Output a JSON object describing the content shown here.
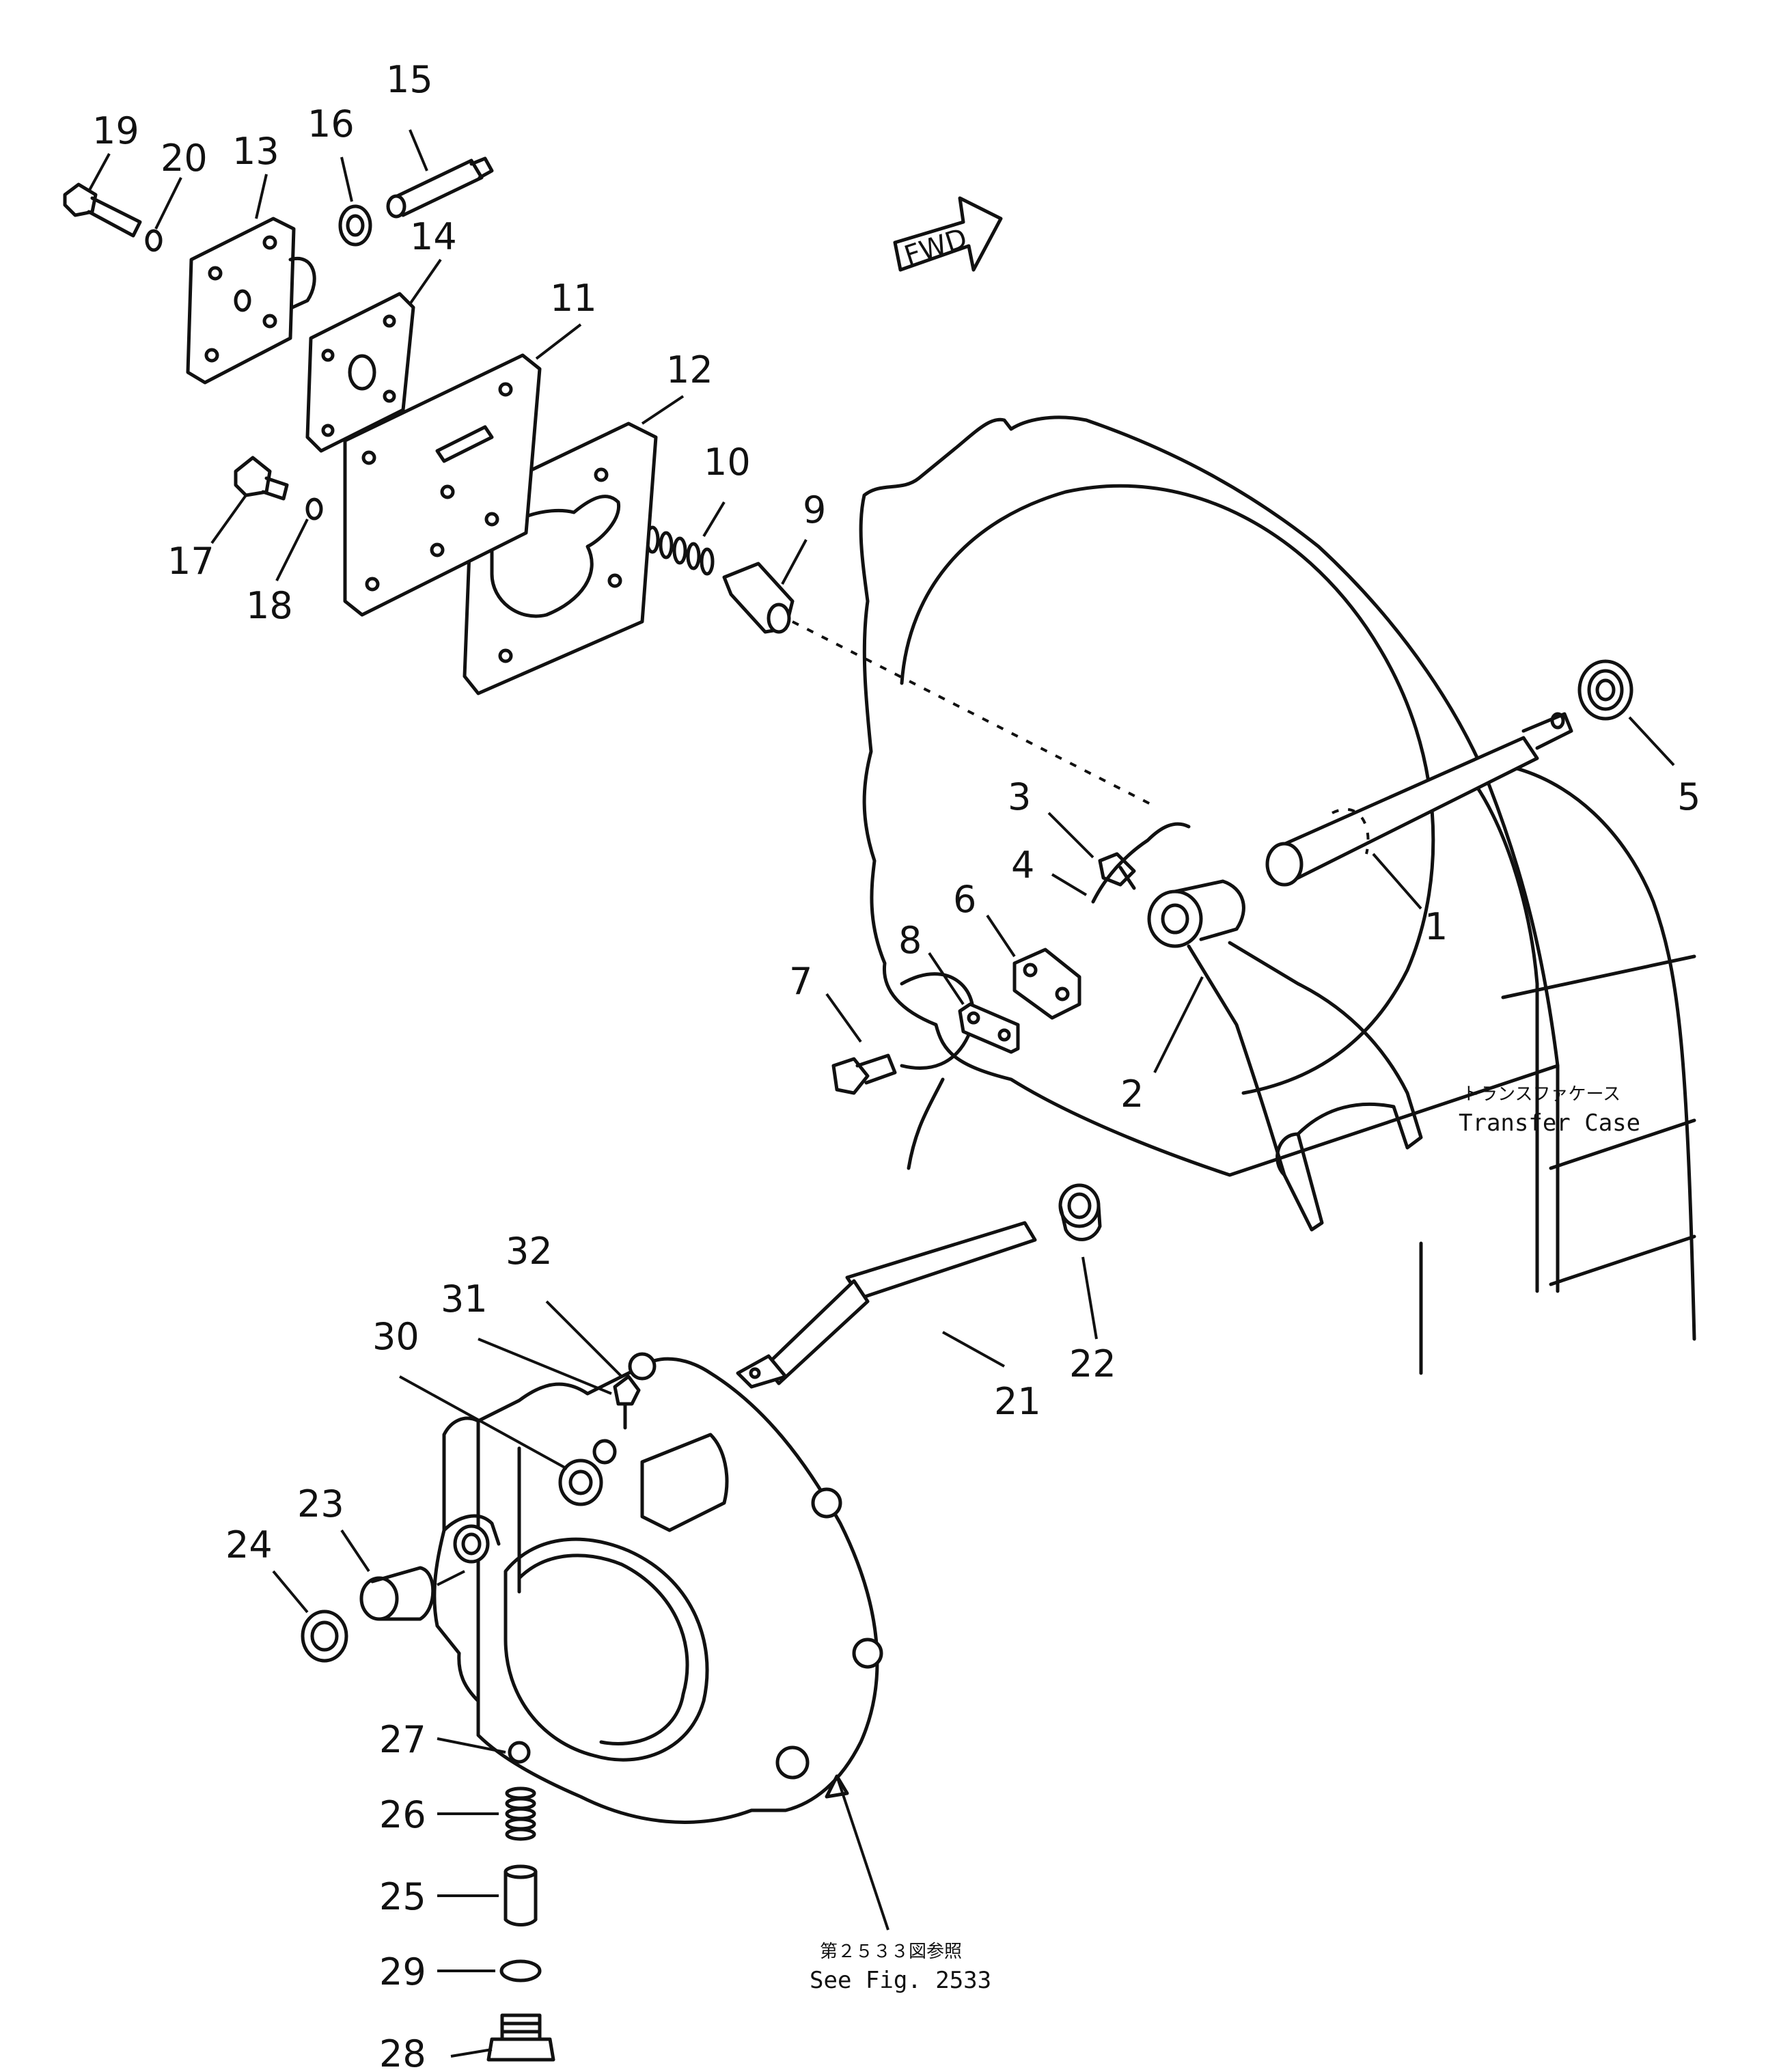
{
  "fwd_label": "FWD",
  "callouts": [
    {
      "id": "1",
      "label": "1"
    },
    {
      "id": "2",
      "label": "2"
    },
    {
      "id": "3",
      "label": "3"
    },
    {
      "id": "4",
      "label": "4"
    },
    {
      "id": "5",
      "label": "5"
    },
    {
      "id": "6",
      "label": "6"
    },
    {
      "id": "7",
      "label": "7"
    },
    {
      "id": "8",
      "label": "8"
    },
    {
      "id": "9",
      "label": "9"
    },
    {
      "id": "10",
      "label": "10"
    },
    {
      "id": "11",
      "label": "11"
    },
    {
      "id": "12",
      "label": "12"
    },
    {
      "id": "13",
      "label": "13"
    },
    {
      "id": "14",
      "label": "14"
    },
    {
      "id": "15",
      "label": "15"
    },
    {
      "id": "16",
      "label": "16"
    },
    {
      "id": "17",
      "label": "17"
    },
    {
      "id": "18",
      "label": "18"
    },
    {
      "id": "19",
      "label": "19"
    },
    {
      "id": "20",
      "label": "20"
    },
    {
      "id": "21",
      "label": "21"
    },
    {
      "id": "22",
      "label": "22"
    },
    {
      "id": "23",
      "label": "23"
    },
    {
      "id": "24",
      "label": "24"
    },
    {
      "id": "25",
      "label": "25"
    },
    {
      "id": "26",
      "label": "26"
    },
    {
      "id": "27",
      "label": "27"
    },
    {
      "id": "28",
      "label": "28"
    },
    {
      "id": "29",
      "label": "29"
    },
    {
      "id": "30",
      "label": "30"
    },
    {
      "id": "31",
      "label": "31"
    },
    {
      "id": "32",
      "label": "32"
    }
  ],
  "transfer_case": {
    "label_jp": "トランスファケース",
    "label_en": "Transfer  Case"
  },
  "reference": {
    "label_jp": "第２５３３図参照",
    "label_en": "See Fig. 2533"
  }
}
